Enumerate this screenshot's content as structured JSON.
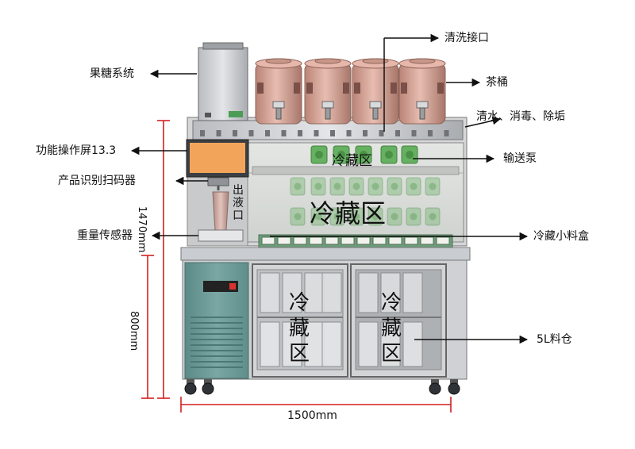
{
  "labels": {
    "fructose_system": "果糖系统",
    "cleaning_port": "清洗接口",
    "tea_bucket": "茶桶",
    "clean_disinfect_descale": "清水、消毒、除垢",
    "screen": "功能操作屏13.3",
    "scanner": "产品识别扫码器",
    "pump": "输送泵",
    "outlet": "出液口",
    "weight_sensor": "重量传感器",
    "small_box": "冷藏小料盒",
    "bin_5l": "5L料仓"
  },
  "zones": {
    "upper_small": "冷藏区",
    "upper_big": "冷藏区",
    "lower_left": "冷藏区",
    "lower_right": "冷藏区"
  },
  "dimensions": {
    "height_total": "1470mm",
    "height_counter": "800mm",
    "width": "1500mm"
  },
  "colors": {
    "bucket": "#d9a79a",
    "cabinet_teal": "#6f9d9a",
    "screen_orange": "#f2a55a",
    "dim_red": "#d32020",
    "pump_green": "#5fae5a"
  }
}
